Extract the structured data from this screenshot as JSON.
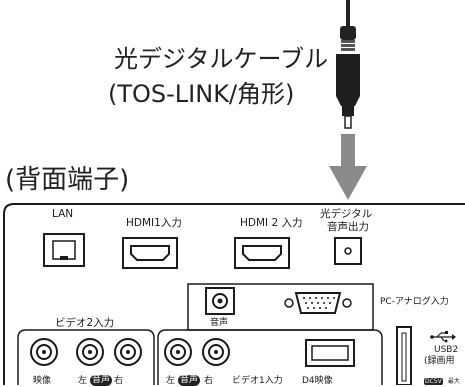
{
  "cable": {
    "label_line1": "光デジタルケーブル",
    "label_line2": "(TOS-LINK/角形)"
  },
  "panel": {
    "title": "(背面端子)",
    "lan": "LAN",
    "hdmi1": "HDMI1入力",
    "hdmi2": "HDMI 2 入力",
    "optical_line1": "光デジタル",
    "optical_line2": "音声出力",
    "audio": "音声",
    "pc_analog": "PC-アナログ入力",
    "video2_group": "ビデオ2入力",
    "video_label": "映像",
    "left_a": "左",
    "sound_a": "音声",
    "right_a": "右",
    "left_b": "左",
    "sound_b": "音声",
    "right_b": "右",
    "video1": "ビデオ1入力",
    "d4_video": "D4映像",
    "usb2": "USB2",
    "usb2_rec": "(録画用",
    "dc5v": "DC5V",
    "max": "最大"
  },
  "colors": {
    "line": "#1a1a1a",
    "arrow": "#8a8a8a",
    "badge": "#222222"
  },
  "icons": [
    "optical-plug-icon",
    "down-arrow-icon",
    "lan-port-icon",
    "hdmi-port-icon",
    "optical-port-icon",
    "audio-jack-icon",
    "vga-port-icon",
    "rca-jack-icon",
    "d4-port-icon",
    "usb-port-icon",
    "usb-symbol-icon"
  ]
}
